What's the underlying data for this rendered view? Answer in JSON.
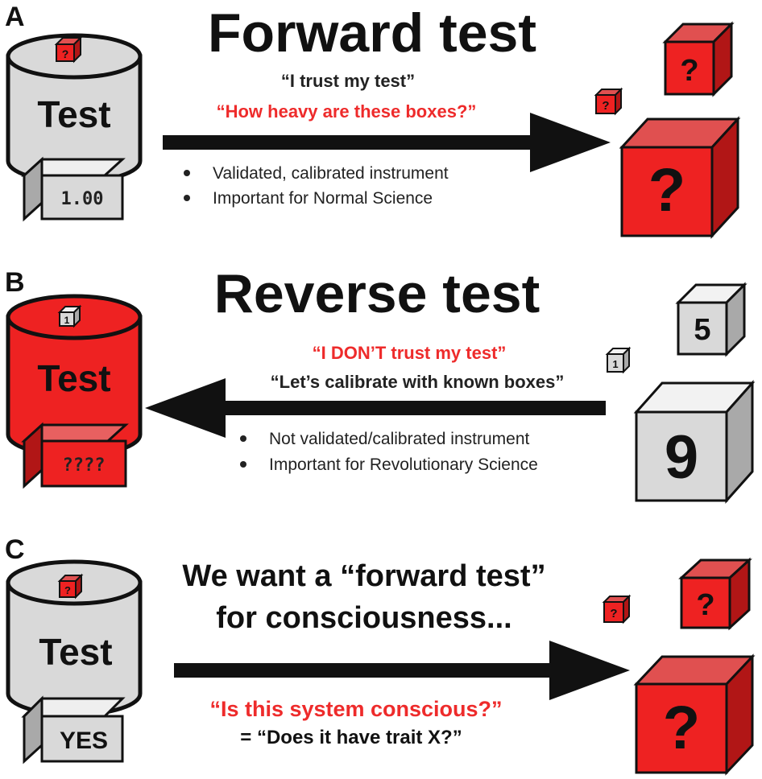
{
  "colors": {
    "red": "#ee2222",
    "red_dark": "#b11616",
    "red_mid": "#d21c1c",
    "gray": "#d9d9d9",
    "gray_dark": "#a9a9a9",
    "gray_mid": "#c4c4c4",
    "text_red": "#ee2b2b"
  },
  "panel_a": {
    "letter": "A",
    "title": "Forward test",
    "quote_black": "“I trust my test”",
    "quote_red": "“How heavy are these boxes?”",
    "bullets": [
      "Validated, calibrated instrument",
      "Important for Normal Science"
    ],
    "cylinder_label": "Test",
    "readout": "1.00",
    "cube_symbol": "?"
  },
  "panel_b": {
    "letter": "B",
    "title": "Reverse test",
    "quote_red": "“I DON’T trust my test”",
    "quote_black": "“Let’s calibrate with known boxes”",
    "bullets": [
      "Not validated/calibrated instrument",
      "Important for Revolutionary Science"
    ],
    "cylinder_label": "Test",
    "readout": "????",
    "cube_small_label": "1",
    "cube_medium_label": "5",
    "cube_large_label": "9",
    "cube_tiny_label": "1"
  },
  "panel_c": {
    "letter": "C",
    "title_line1": "We want a “forward test”",
    "title_line2": "for consciousness...",
    "quote_red": "“Is this system conscious?”",
    "quote_black": "= “Does it have trait X?”",
    "cylinder_label": "Test",
    "readout": "YES",
    "cube_symbol": "?"
  }
}
